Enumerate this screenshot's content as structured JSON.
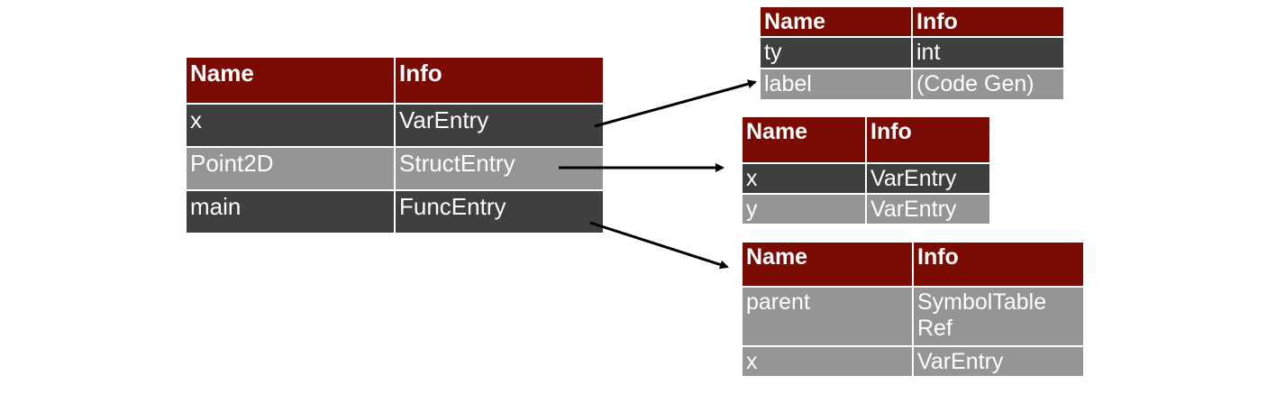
{
  "main_table": {
    "header": {
      "name": "Name",
      "info": "Info"
    },
    "rows": [
      {
        "name": "x",
        "info": "VarEntry"
      },
      {
        "name": "Point2D",
        "info": "StructEntry"
      },
      {
        "name": "main",
        "info": "FuncEntry"
      }
    ]
  },
  "var_table": {
    "header": {
      "name": "Name",
      "info": "Info"
    },
    "rows": [
      {
        "name": "ty",
        "info": "int"
      },
      {
        "name": "label",
        "info": "(Code Gen)"
      }
    ]
  },
  "struct_table": {
    "header": {
      "name": "Name",
      "info": "Info"
    },
    "rows": [
      {
        "name": "x",
        "info": "VarEntry"
      },
      {
        "name": "y",
        "info": "VarEntry"
      }
    ]
  },
  "func_table": {
    "header": {
      "name": "Name",
      "info": "Info"
    },
    "rows": [
      {
        "name": "parent",
        "info": "SymbolTable Ref"
      },
      {
        "name": "x",
        "info": "VarEntry"
      }
    ]
  },
  "colors": {
    "header_bg": "#7a0b03",
    "dark_row_bg": "#3f3f3f",
    "light_row_bg": "#959595",
    "arrow": "#000000"
  }
}
